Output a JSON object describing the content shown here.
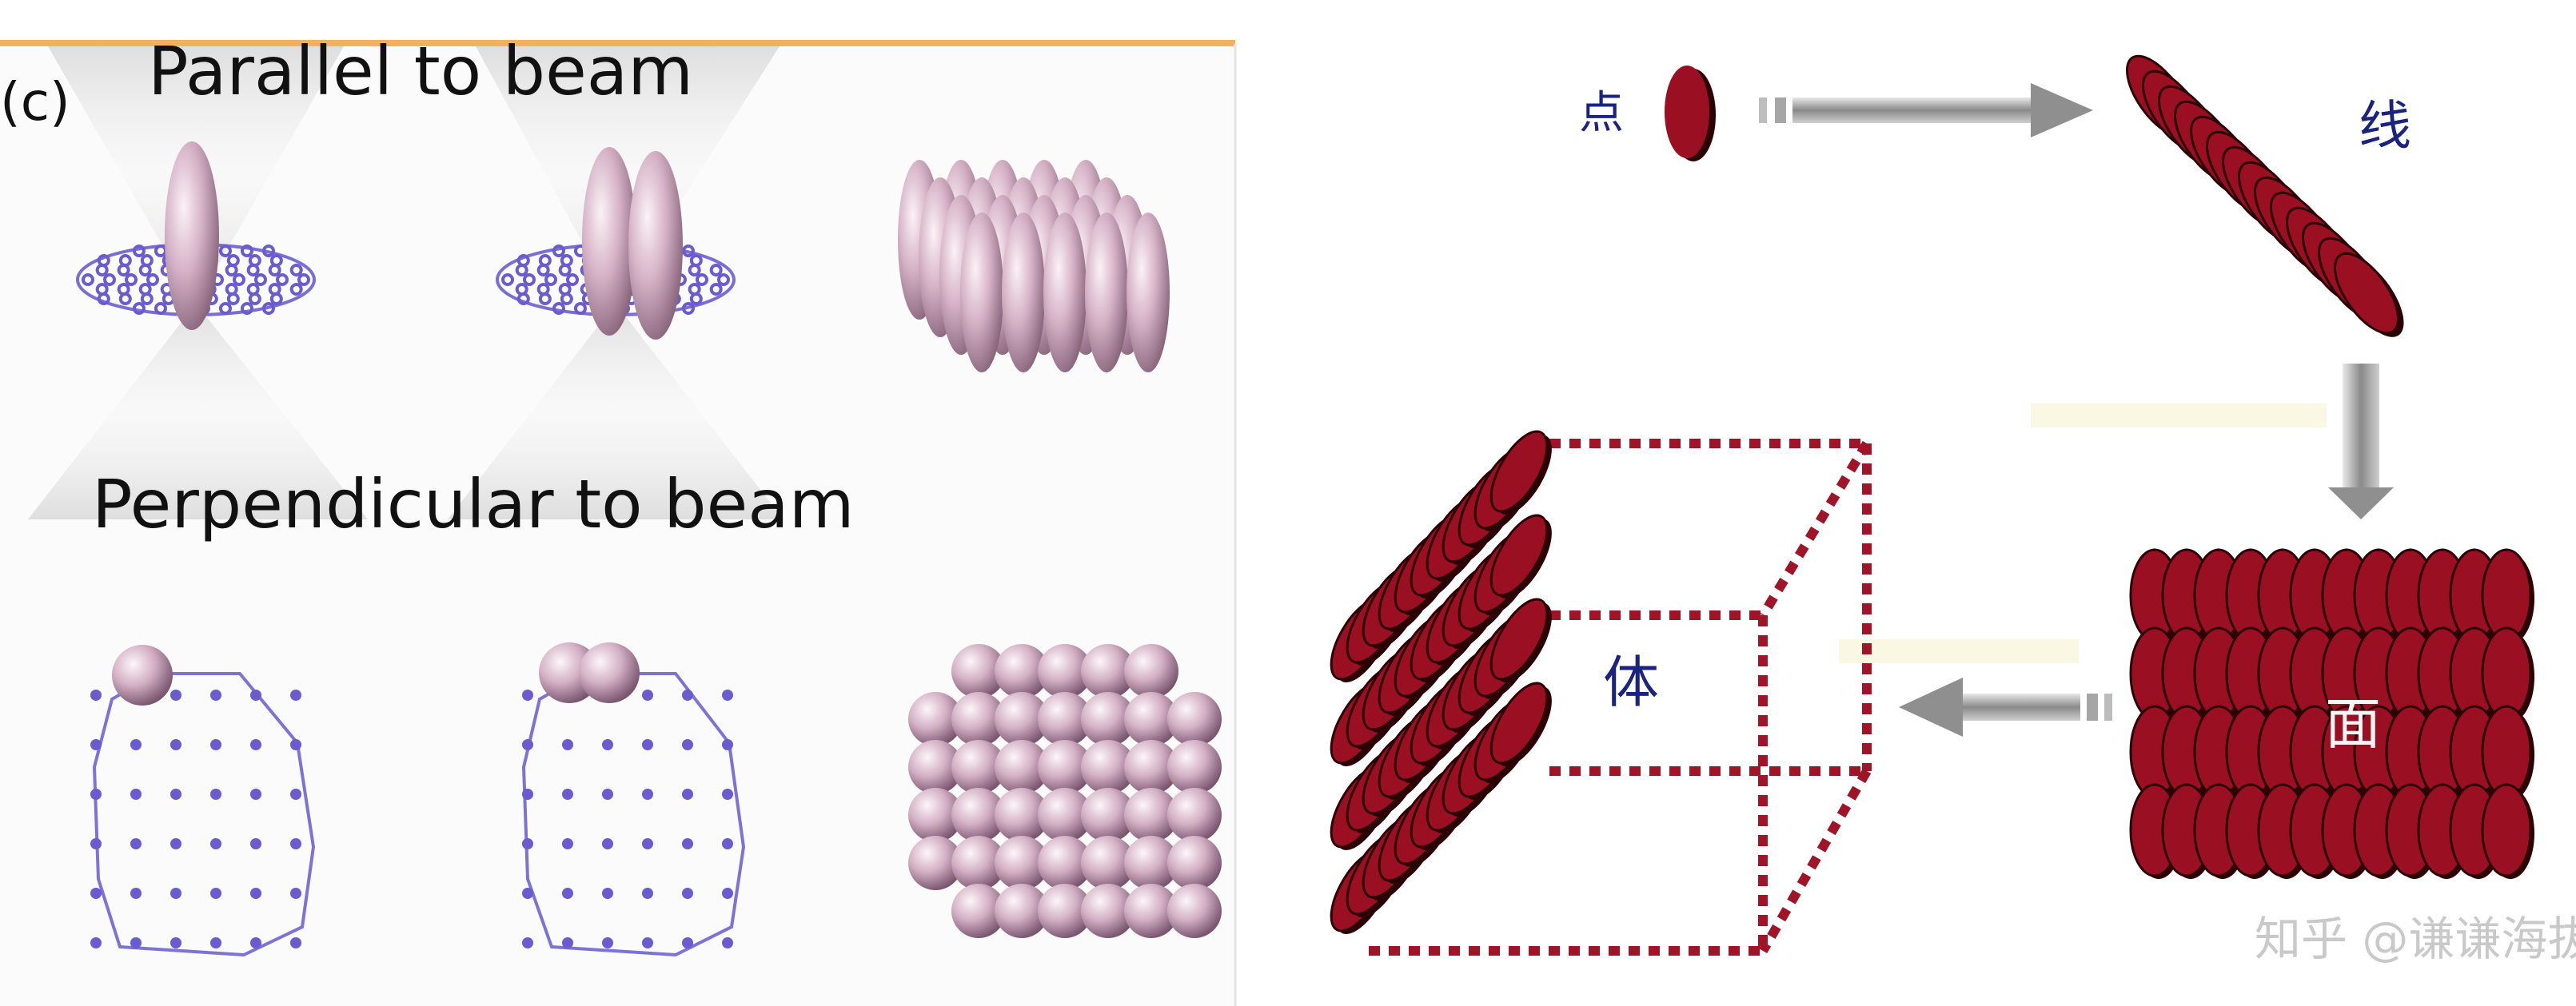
{
  "left_panel": {
    "panel_label": "(c)",
    "parallel_label": "Parallel to beam",
    "perpendicular_label": "Perpendicular to beam"
  },
  "right_panel": {
    "point_label": "点",
    "line_label": "线",
    "surface_label": "面",
    "volume_label": "体"
  },
  "watermark": "知乎 @谦谦海拔",
  "colors": {
    "crystal": "#d7b5c8",
    "crystal_dark": "#8f6a82",
    "atom_lattice": "#6a5cd0",
    "disc_red": "#9b0f22",
    "disc_edge": "#2a0005",
    "dotted_box": "#a01428",
    "arrow_gray": "#9e9e9e",
    "top_rule": "#f3b15f"
  }
}
